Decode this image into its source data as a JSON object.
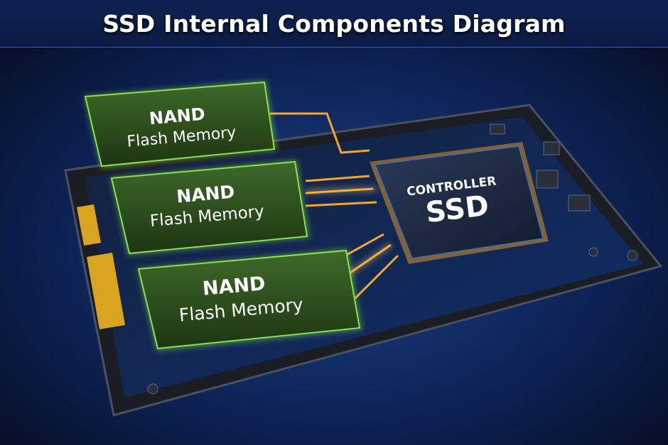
{
  "title": "SSD Internal Components Diagram",
  "nand_chips": [
    {
      "line1": "NAND",
      "line2": "Flash Memory"
    },
    {
      "line1": "NAND",
      "line2": "Flash Memory"
    },
    {
      "line1": "NAND",
      "line2": "Flash Memory"
    }
  ],
  "controller": {
    "line1": "CONTROLLER",
    "line2": "SSD"
  },
  "colors": {
    "background": "#07142e",
    "nand_green": "#2f5a1e",
    "glow_green": "#8be04a",
    "trace_orange": "#f5a623",
    "controller": "#1c2a44",
    "pcb_blue": "#0f2a5c"
  }
}
